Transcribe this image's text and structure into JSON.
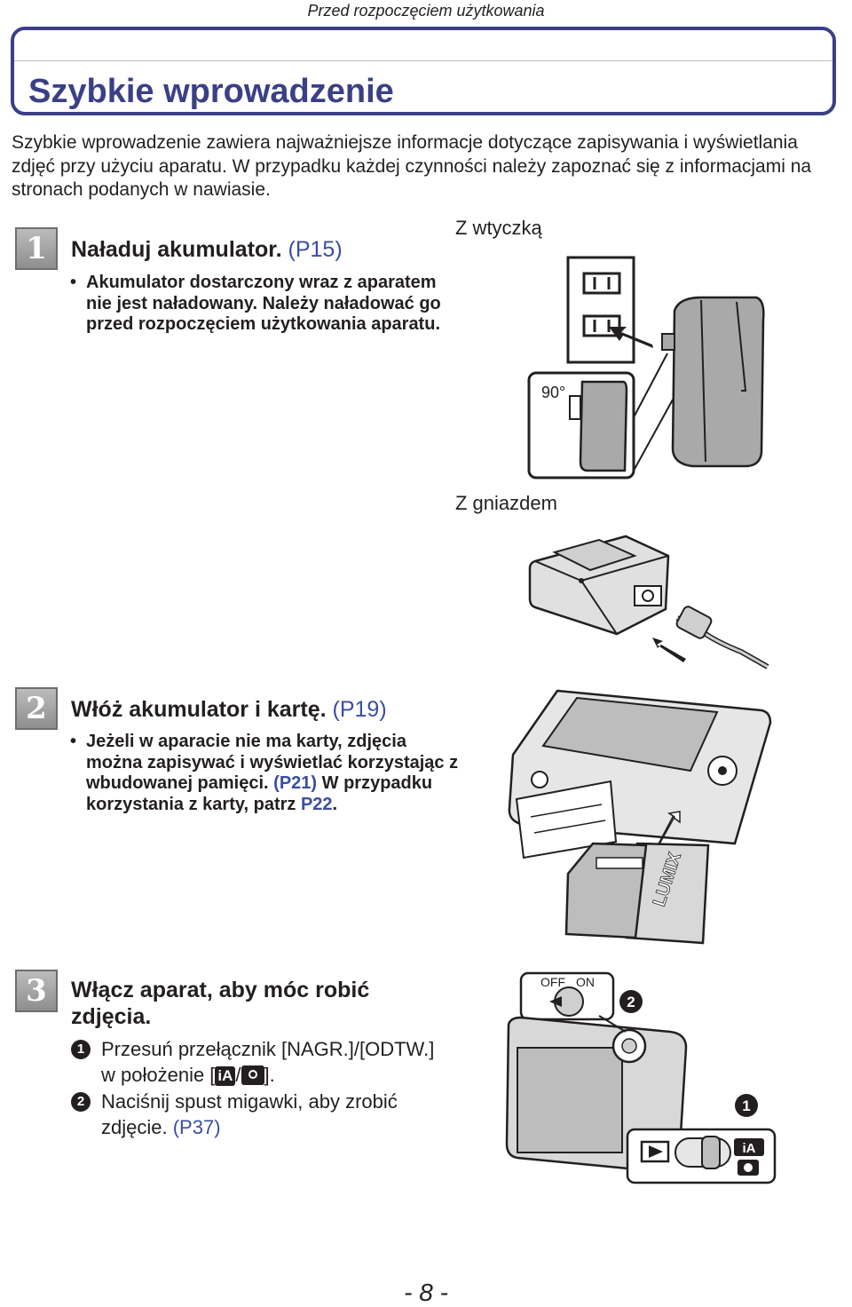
{
  "header": {
    "section": "Przed rozpoczęciem użytkowania"
  },
  "title": "Szybkie wprowadzenie",
  "intro": "Szybkie wprowadzenie zawiera najważniejsze informacje dotyczące zapisywania i wyświetlania zdjęć przy użyciu aparatu. W przypadku każdej czynności należy zapoznać się z informacjami na stronach podanych w nawiasie.",
  "steps": [
    {
      "number": "1",
      "title": "Naładuj akumulator.",
      "ref": "(P15)",
      "bullet": "Akumulator dostarczony wraz z aparatem nie jest naładowany. Należy naładować go przed rozpoczęciem użytkowania aparatu."
    },
    {
      "number": "2",
      "title": "Włóż akumulator i kartę.",
      "ref": "(P19)",
      "bullet_a": "Jeżeli w aparacie nie ma karty, zdjęcia można zapisywać i wyświetlać korzystając z wbudowanej pamięci.",
      "bullet_ref1": "(P21)",
      "bullet_b": " W przypadku korzystania z karty, patrz ",
      "bullet_ref2": "P22",
      "bullet_end": "."
    },
    {
      "number": "3",
      "title_line1": "Włącz aparat, aby móc robić",
      "title_line2": "zdjęcia.",
      "items": [
        {
          "marker": "1",
          "line1": "Przesuń przełącznik [NAGR.]/[ODTW.]",
          "line2_pre": "w położenie [",
          "line2_post": "]."
        },
        {
          "marker": "2",
          "line1": "Naciśnij spust migawki, aby zrobić",
          "line2": "zdjęcie.",
          "ref": "(P37)"
        }
      ]
    }
  ],
  "figures": {
    "plug_label": "Z wtyczką",
    "socket_label": "Z gniazdem",
    "angle_label": "90°",
    "brand": "LUMIX",
    "switch_off": "OFF",
    "switch_on": "ON",
    "mode_icon_ia": "iA",
    "callout_1": "1",
    "callout_2": "2"
  },
  "page_number": "- 8 -",
  "colors": {
    "accent": "#3a3f86",
    "link": "#3a4ea0"
  }
}
